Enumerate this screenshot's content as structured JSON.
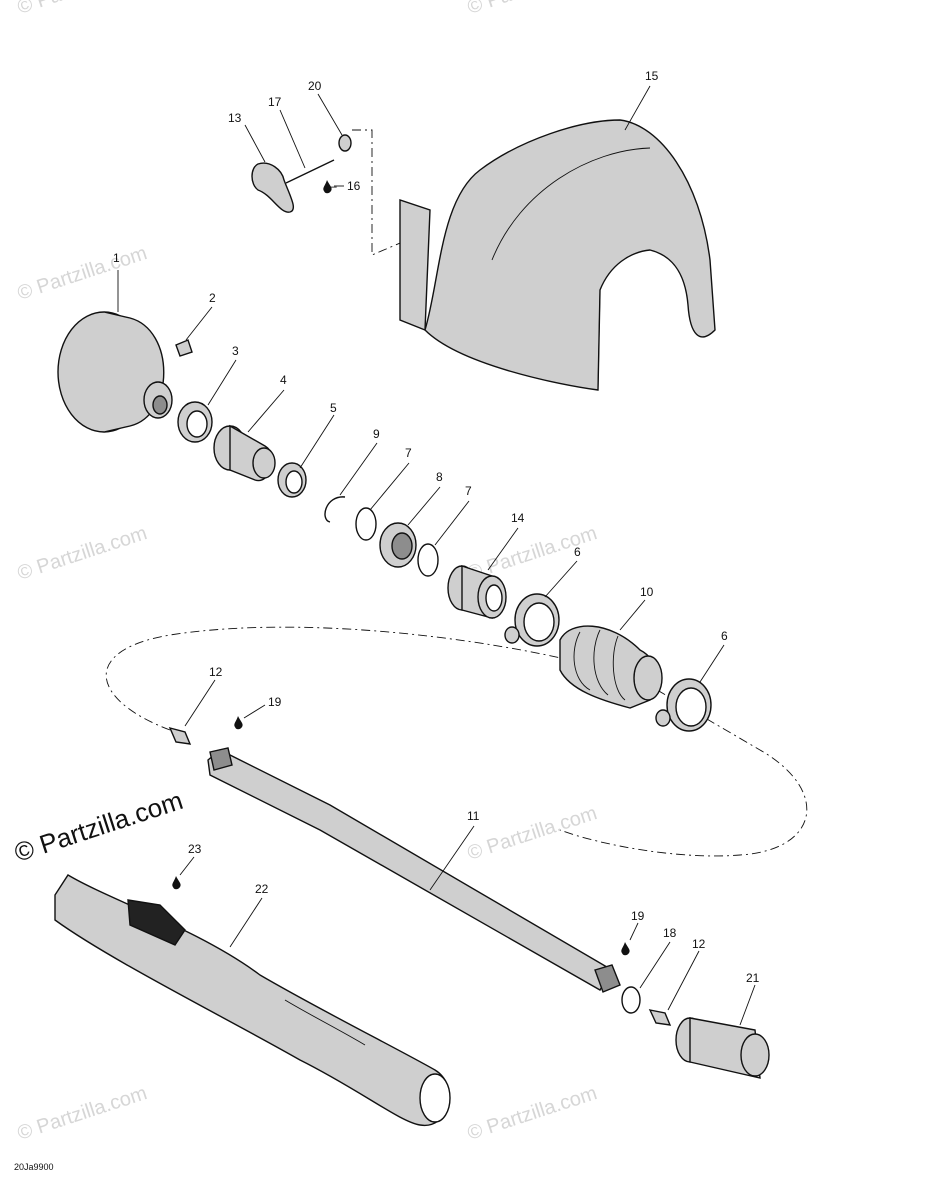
{
  "watermark": {
    "text": "© Partzilla.com",
    "primary_text": "© Partzilla.com"
  },
  "diagram_code": "20Ja9900",
  "colors": {
    "part_fill": "#cfcfcf",
    "part_dark": "#8d8d8d",
    "stroke": "#111111",
    "watermark": "#d6d6d6"
  },
  "callouts": [
    {
      "id": "c1",
      "label": "1"
    },
    {
      "id": "c2",
      "label": "2"
    },
    {
      "id": "c3",
      "label": "3"
    },
    {
      "id": "c4",
      "label": "4"
    },
    {
      "id": "c5",
      "label": "5"
    },
    {
      "id": "c6a",
      "label": "6"
    },
    {
      "id": "c6b",
      "label": "6"
    },
    {
      "id": "c7a",
      "label": "7"
    },
    {
      "id": "c7b",
      "label": "7"
    },
    {
      "id": "c8",
      "label": "8"
    },
    {
      "id": "c9",
      "label": "9"
    },
    {
      "id": "c10",
      "label": "10"
    },
    {
      "id": "c11",
      "label": "11"
    },
    {
      "id": "c12a",
      "label": "12"
    },
    {
      "id": "c12b",
      "label": "12"
    },
    {
      "id": "c13",
      "label": "13"
    },
    {
      "id": "c14",
      "label": "14"
    },
    {
      "id": "c15",
      "label": "15"
    },
    {
      "id": "c16",
      "label": "16"
    },
    {
      "id": "c17",
      "label": "17"
    },
    {
      "id": "c18",
      "label": "18"
    },
    {
      "id": "c19a",
      "label": "19"
    },
    {
      "id": "c19b",
      "label": "19"
    },
    {
      "id": "c20",
      "label": "20"
    },
    {
      "id": "c21",
      "label": "21"
    },
    {
      "id": "c22",
      "label": "22"
    },
    {
      "id": "c23",
      "label": "23"
    }
  ]
}
